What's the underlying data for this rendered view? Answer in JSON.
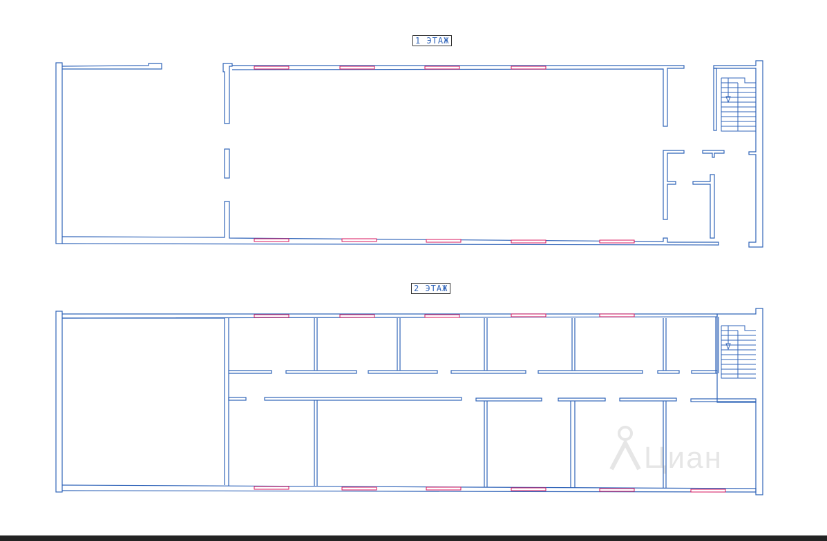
{
  "floors": [
    {
      "label": "1 ЭТАЖ"
    },
    {
      "label": "2 ЭТАЖ"
    }
  ],
  "colors": {
    "wall": "#2f63b8",
    "window": "#d9145c",
    "background": "#ffffff",
    "bottom_bar": "#232323"
  },
  "watermark_logo": "Циан"
}
